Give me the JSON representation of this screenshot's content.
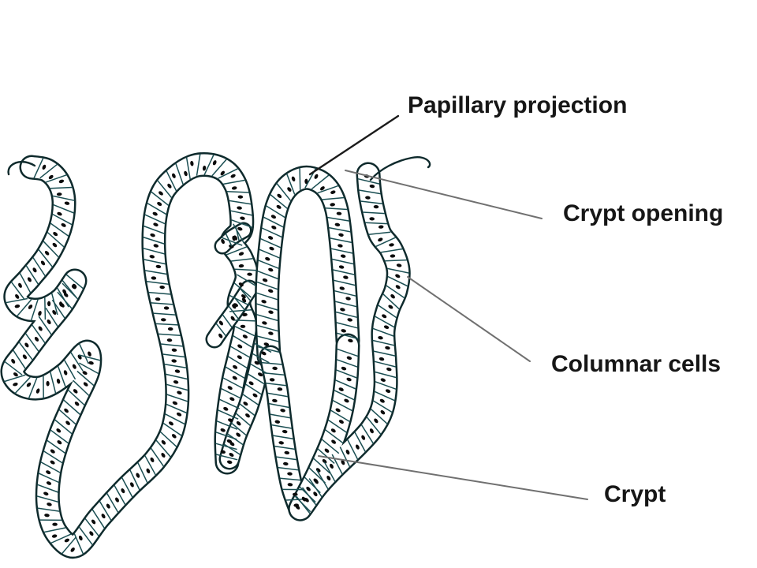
{
  "figure": {
    "type": "histology-line-diagram",
    "background_color": "#ffffff",
    "ink_color": "#0e2a2c",
    "cell_wall_color": "#1a4e52",
    "nucleus_color": "#0b0b0b",
    "band_fill_color": "#ffffff",
    "label_text_color": "#161616",
    "black_leader_color": "#1b1b1b",
    "gray_leader_color": "#707070",
    "labels": [
      {
        "id": "papillary-projection",
        "text": "Papillary projection"
      },
      {
        "id": "crypt-opening",
        "text": "Crypt opening"
      },
      {
        "id": "columnar-cells",
        "text": "Columnar cells"
      },
      {
        "id": "crypt",
        "text": "Crypt"
      }
    ]
  }
}
